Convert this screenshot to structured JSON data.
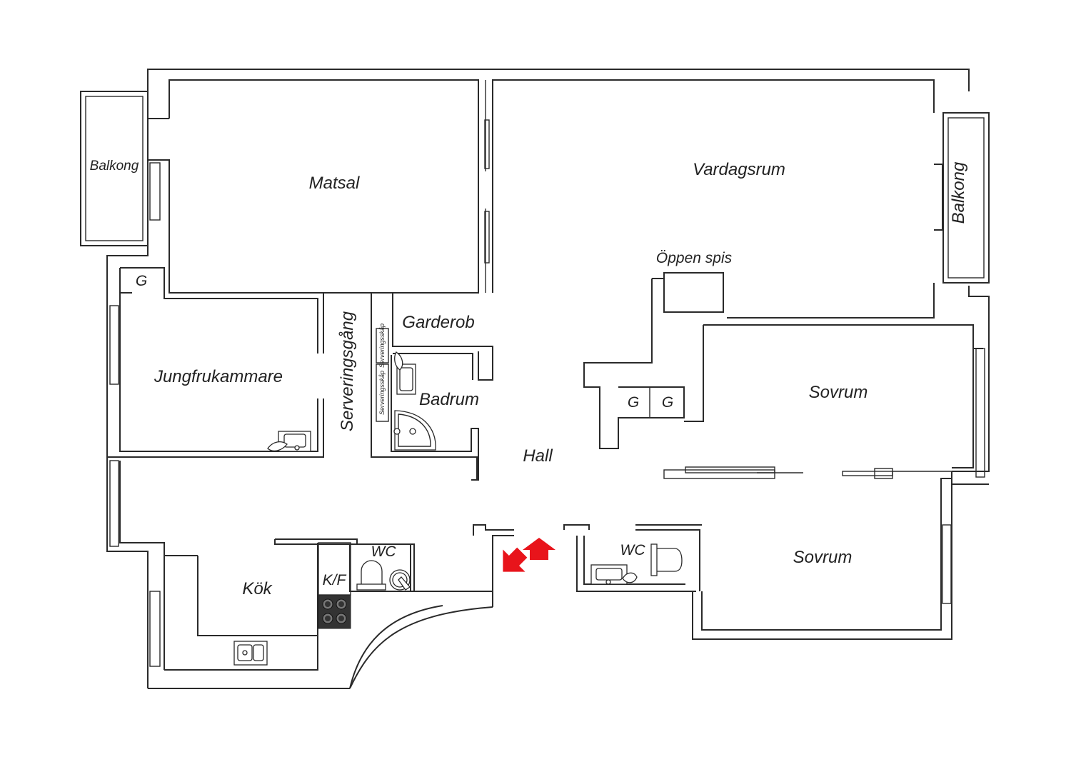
{
  "rooms": {
    "balkong_left": "Balkong",
    "matsal": "Matsal",
    "vardagsrum": "Vardagsrum",
    "balkong_right": "Balkong",
    "oppen_spis": "Öppen spis",
    "g_maid": "G",
    "jungfrukammare": "Jungfrukammare",
    "serveringsgang": "Serveringsgång",
    "serveringsskap_top": "Serveringsskåp",
    "serveringsskap_bottom": "Serveringsskåp",
    "garderob": "Garderob",
    "badrum": "Badrum",
    "g_hall_1": "G",
    "g_hall_2": "G",
    "sovrum_top": "Sovrum",
    "hall": "Hall",
    "wc_left": "WC",
    "wc_right": "WC",
    "sovrum_bottom": "Sovrum",
    "kok": "Kök",
    "kf": "K/F"
  },
  "colors": {
    "wall": "#2a2a2a",
    "entrance_arrow": "#e8141b",
    "stove": "#333333"
  },
  "icons": {
    "entrance": "entrance-arrow-icon",
    "stove": "stove-icon",
    "sink": "sink-icon",
    "toilet": "toilet-icon",
    "shower": "shower-icon"
  }
}
